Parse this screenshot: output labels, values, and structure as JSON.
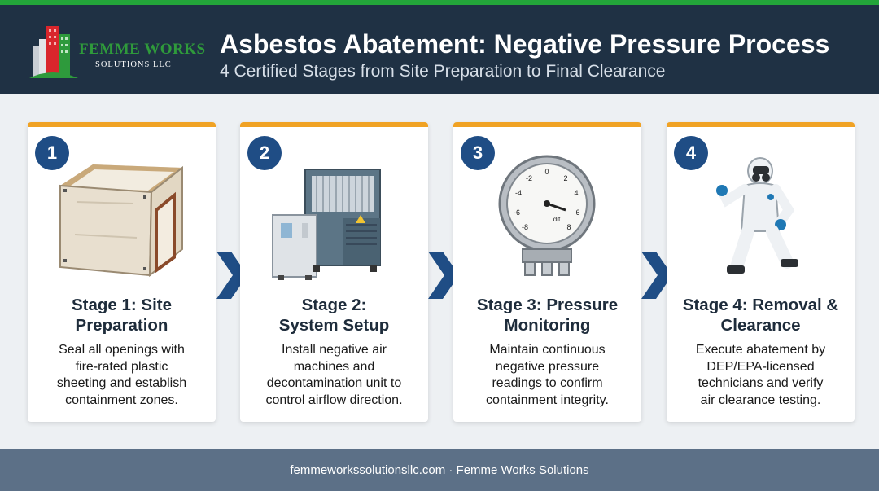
{
  "brand": {
    "name": "FEMME WORKS",
    "tagline": "SOLUTIONS LLC"
  },
  "header": {
    "title": "Asbestos Abatement: Negative Pressure Process",
    "subtitle": "4 Certified Stages from Site Preparation to Final Clearance"
  },
  "stages": [
    {
      "number": "1",
      "title_line1": "Stage 1: Site",
      "title_line2": "Preparation",
      "desc": [
        "Seal all openings with",
        "fire-rated plastic",
        "sheeting and establish",
        "containment zones."
      ],
      "icon": "containment-enclosure-icon"
    },
    {
      "number": "2",
      "title_line1": "Stage 2:",
      "title_line2": "System Setup",
      "desc": [
        "Install negative air",
        "machines and",
        "decontamination unit to",
        "control airflow direction."
      ],
      "icon": "negative-air-machine-icon"
    },
    {
      "number": "3",
      "title_line1": "Stage 3: Pressure",
      "title_line2": "Monitoring",
      "desc": [
        "Maintain continuous",
        "negative pressure",
        "readings to confirm",
        "containment integrity."
      ],
      "icon": "pressure-gauge-icon",
      "gauge": {
        "unit": "dif",
        "ticks": [
          "0",
          "2",
          "4",
          "6",
          "8",
          "-8",
          "-6",
          "-4",
          "-2"
        ]
      }
    },
    {
      "number": "4",
      "title_line1": "Stage 4: Removal &",
      "title_line2": "Clearance",
      "desc": [
        "Execute abatement by",
        "DEP/EPA-licensed",
        "technicians and verify",
        "air clearance testing."
      ],
      "icon": "hazmat-technician-icon"
    }
  ],
  "footer": {
    "text": "femmeworkssolutionsllc.com · Femme Works Solutions"
  },
  "colors": {
    "header_bg": "#1f3144",
    "accent_orange": "#f0a224",
    "badge_blue": "#1f4d85",
    "brand_green": "#2f9a3b",
    "footer_bg": "#5c7087"
  }
}
